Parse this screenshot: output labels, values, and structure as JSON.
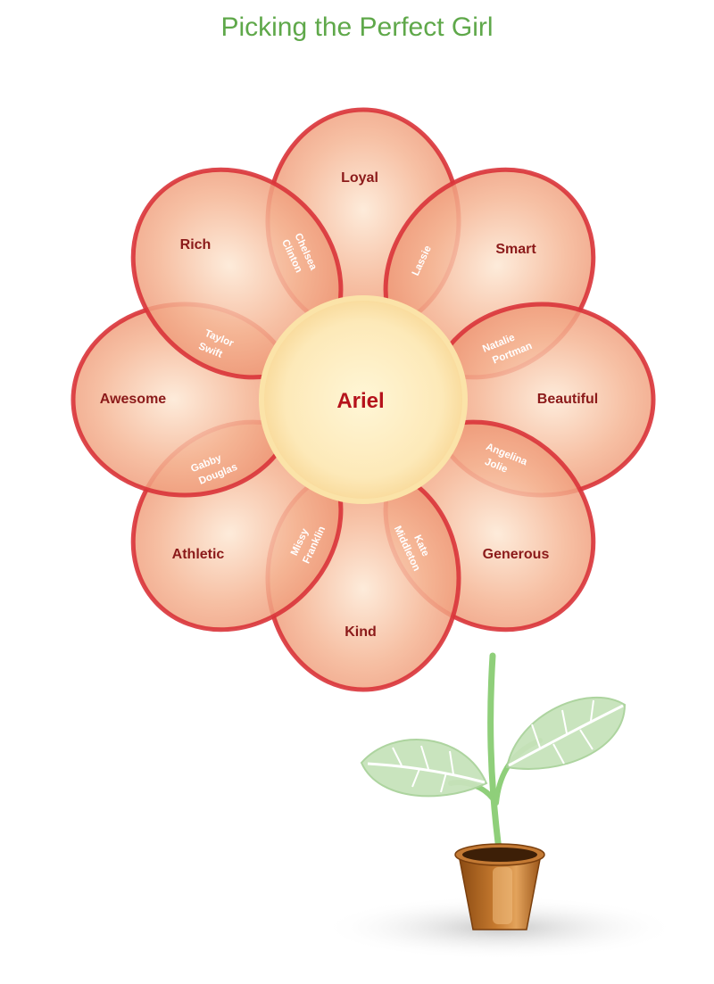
{
  "title": "Picking the Perfect Girl",
  "center": "Ariel",
  "petals": {
    "loyal": "Loyal",
    "smart": "Smart",
    "beautiful": "Beautiful",
    "generous": "Generous",
    "kind": "Kind",
    "athletic": "Athletic",
    "awesome": "Awesome",
    "rich": "Rich"
  },
  "overlaps": {
    "loyal_smart": [
      "Lassie"
    ],
    "smart_beautiful": [
      "Natalie",
      "Portman"
    ],
    "beautiful_generous": [
      "Angelina",
      "Jolie"
    ],
    "generous_kind": [
      "Kate",
      "Middleton"
    ],
    "kind_athletic": [
      "Missy",
      "Franklin"
    ],
    "athletic_awesome": [
      "Gabby",
      "Douglas"
    ],
    "awesome_rich": [
      "Taylor",
      "Swift"
    ],
    "rich_loyal": [
      "Chelsea",
      "Clinton"
    ]
  },
  "colors": {
    "title": "#5fa84a",
    "petal_fill": "#f2a383",
    "petal_stroke": "#d9343a",
    "petal_text": "#8b1a1a",
    "center_text": "#b5121b",
    "leaf": "#c7e3bb",
    "stem": "#8fcf7a",
    "pot": "#b5651d"
  }
}
